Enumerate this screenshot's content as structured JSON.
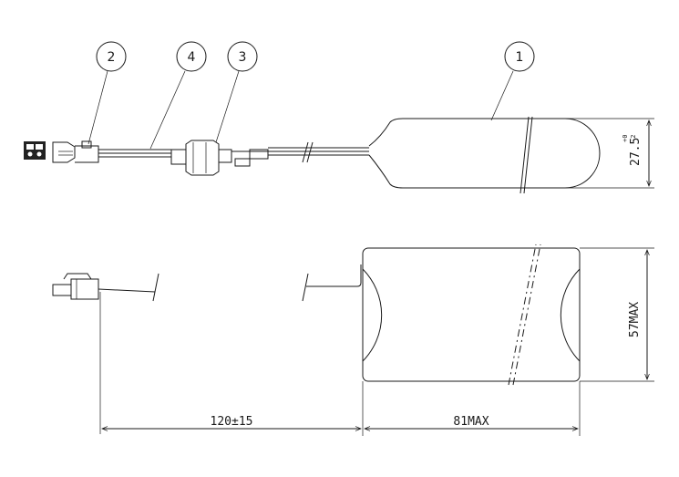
{
  "balloons": [
    "1",
    "2",
    "3",
    "4"
  ],
  "dimensions": {
    "thickness": "27.5",
    "thickness_tol_upper": "+0",
    "thickness_tol_lower": "-2",
    "width": "57MAX",
    "lead_length": "120±15",
    "body_length": "81MAX"
  }
}
